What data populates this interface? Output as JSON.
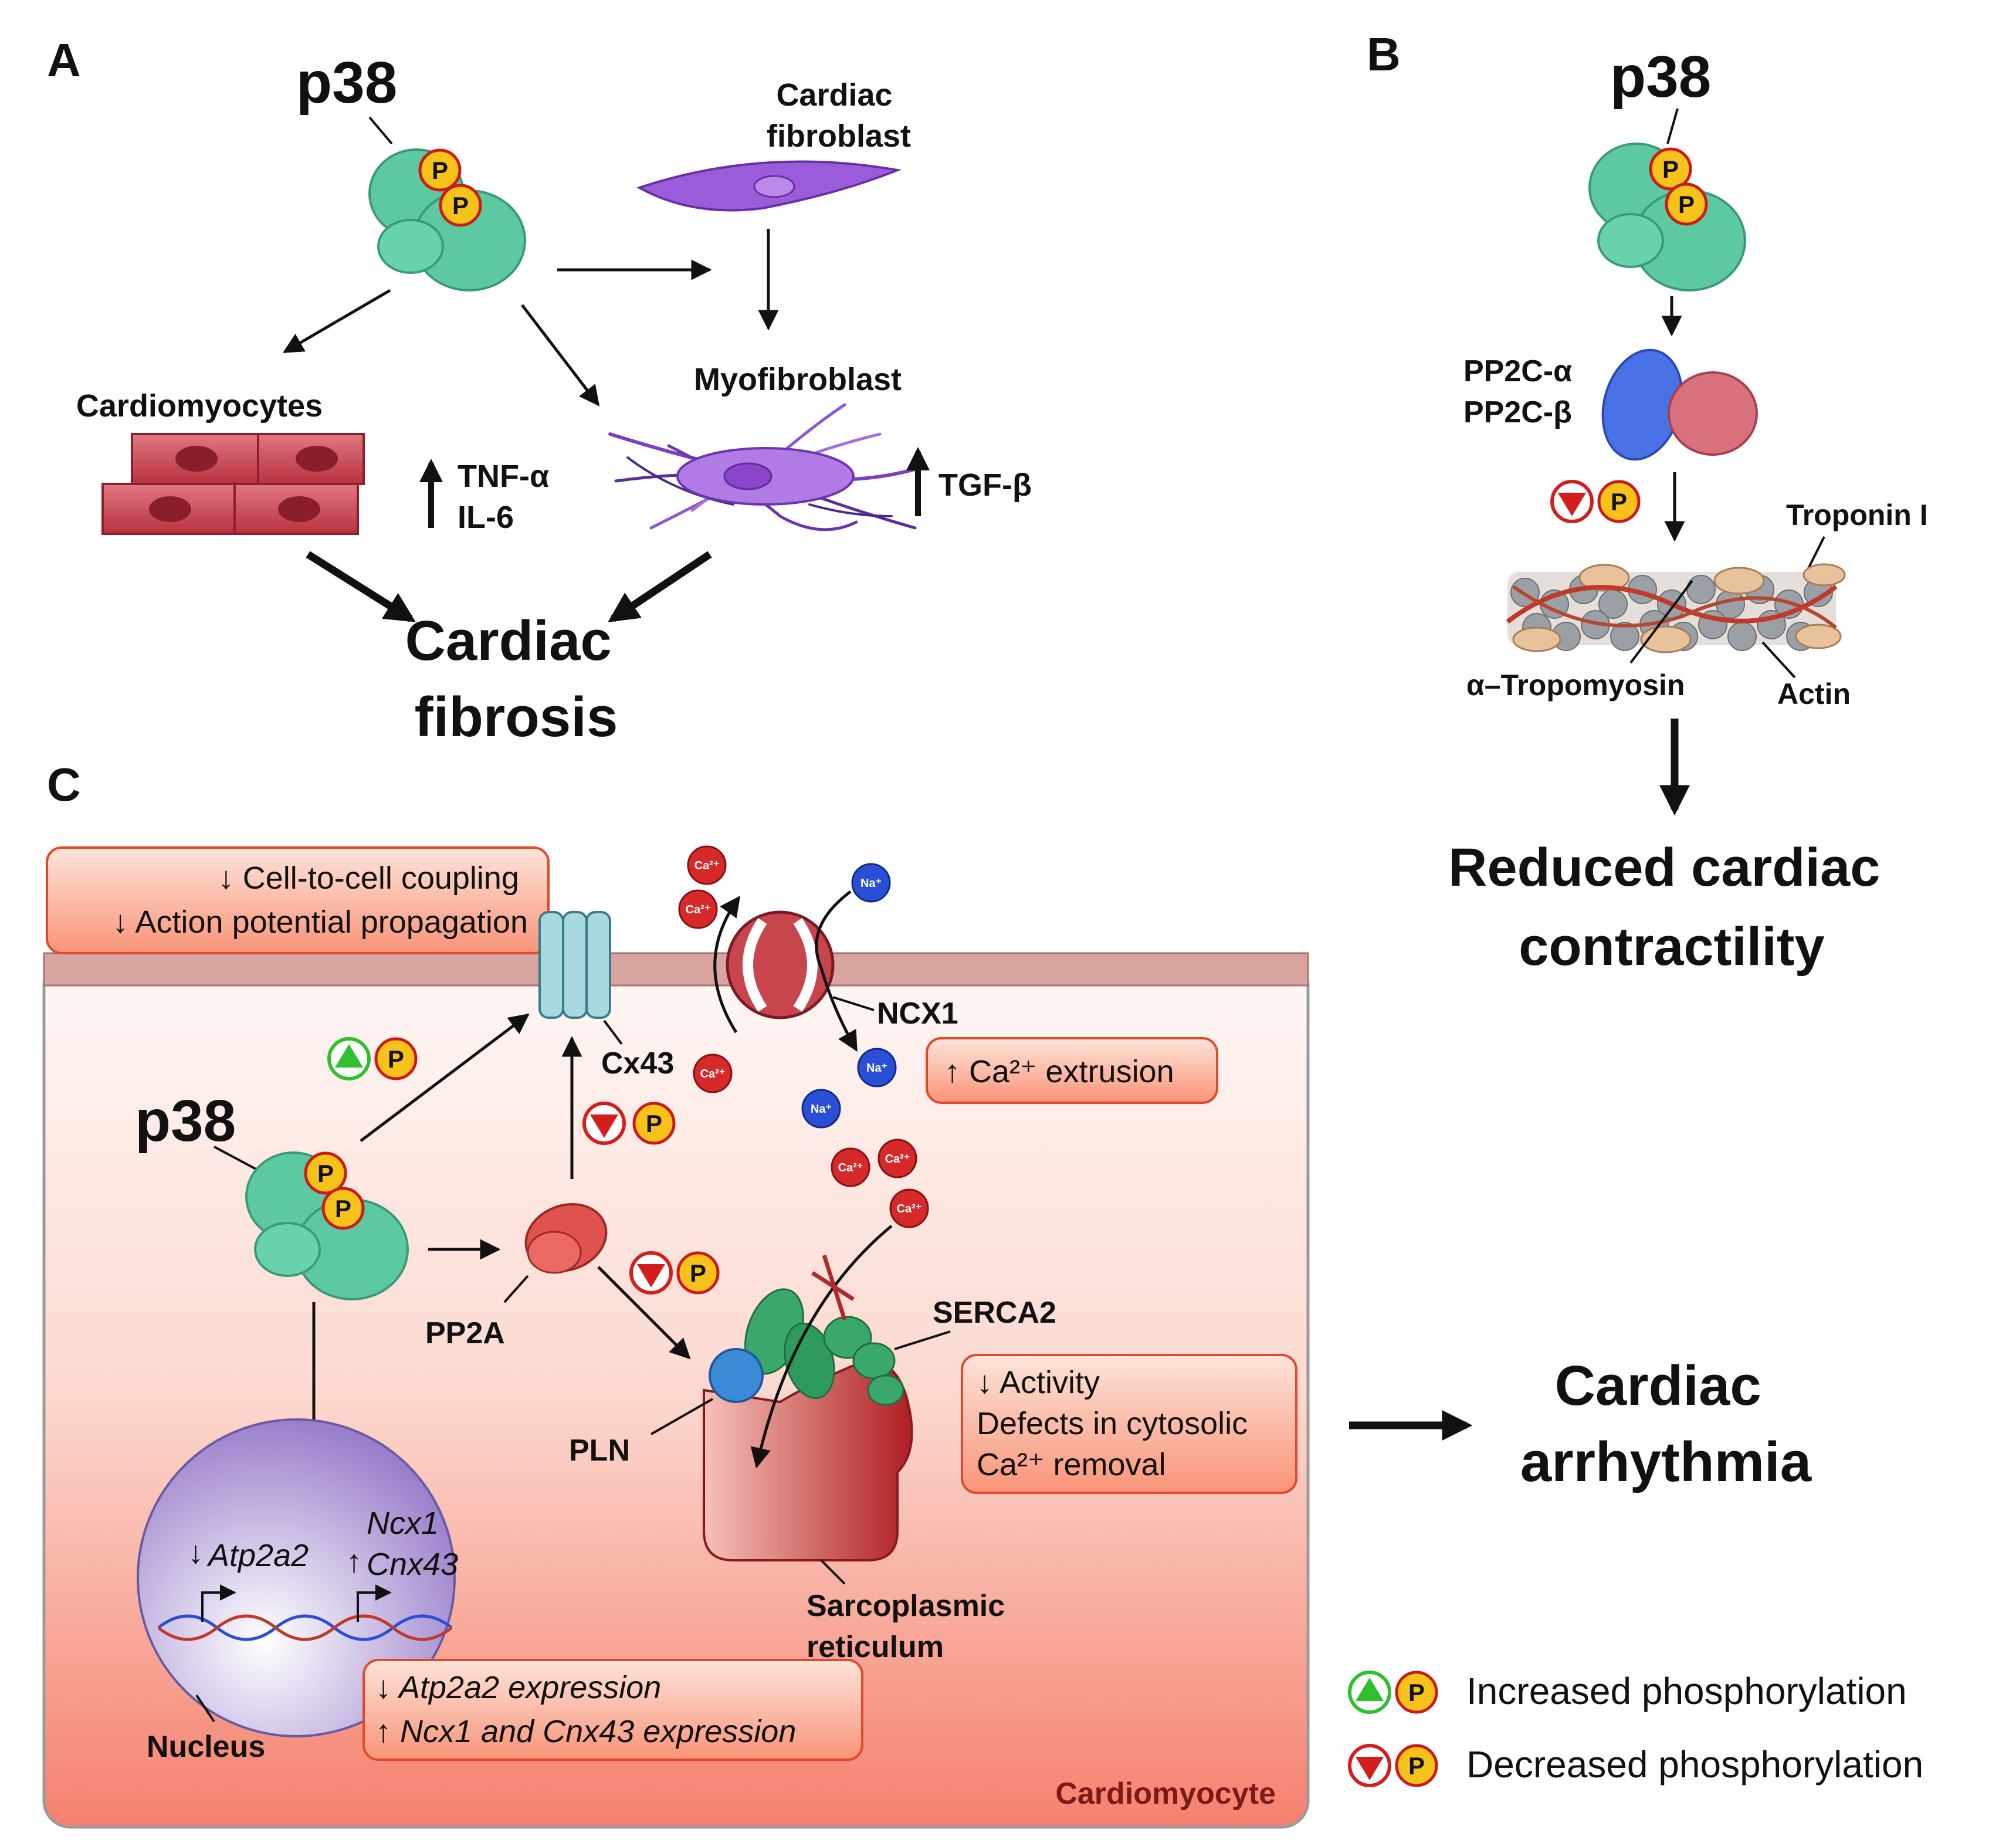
{
  "panel_labels": {
    "a": "A",
    "b": "B",
    "c": "C"
  },
  "panel_a": {
    "kinase": "p38",
    "phospho": "P",
    "cardiac_fibroblast": [
      "Cardiac",
      "fibroblast"
    ],
    "myofibroblast": "Myofibroblast",
    "cardiomyocytes": "Cardiomyocytes",
    "cytokines": [
      "TNF-α",
      "IL-6"
    ],
    "growth_factor": "TGF-β",
    "outcome": [
      "Cardiac",
      "fibrosis"
    ]
  },
  "panel_b": {
    "kinase": "p38",
    "phosphatases": [
      "PP2C-α",
      "PP2C-β"
    ],
    "troponin": "Troponin I",
    "tropomyosin": "α–Tropomyosin",
    "actin": "Actin",
    "outcome": [
      "Reduced cardiac",
      "contractility"
    ]
  },
  "panel_c": {
    "kinase": "p38",
    "box_coupling": [
      "↓ Cell-to-cell coupling",
      "↓ Action potential propagation"
    ],
    "connexin": "Cx43",
    "exchanger": "NCX1",
    "box_extrusion": "↑ Ca²⁺ extrusion",
    "phosphatase": "PP2A",
    "pump": "SERCA2",
    "phospholamban": "PLN",
    "box_activity": [
      "↓ Activity",
      "Defects in cytosolic",
      "Ca²⁺ removal"
    ],
    "sr": [
      "Sarcoplasmic",
      "reticulum"
    ],
    "nucleus": "Nucleus",
    "genes_down": "Atp2a2",
    "genes_up": [
      "Ncx1",
      "Cnx43"
    ],
    "box_expression": [
      "↓ Atp2a2 expression",
      "↑ Ncx1 and Cnx43 expression"
    ],
    "cell_label": "Cardiomyocyte",
    "ca_ion": "Ca²⁺",
    "na_ion": "Na⁺",
    "outcome": [
      "Cardiac",
      "arrhythmia"
    ]
  },
  "legend": {
    "increased": "Increased phosphorylation",
    "decreased": "Decreased phosphorylation"
  },
  "colors": {
    "p38_green": "#5cc9a0",
    "phospho_yellow": "#f7c21a",
    "cardiomyocyte_red": "#c8454e",
    "myofibroblast_purple": "#9a4fd0",
    "cell_pink": "#fbd3cb",
    "box_orange": "#fa8a72"
  }
}
